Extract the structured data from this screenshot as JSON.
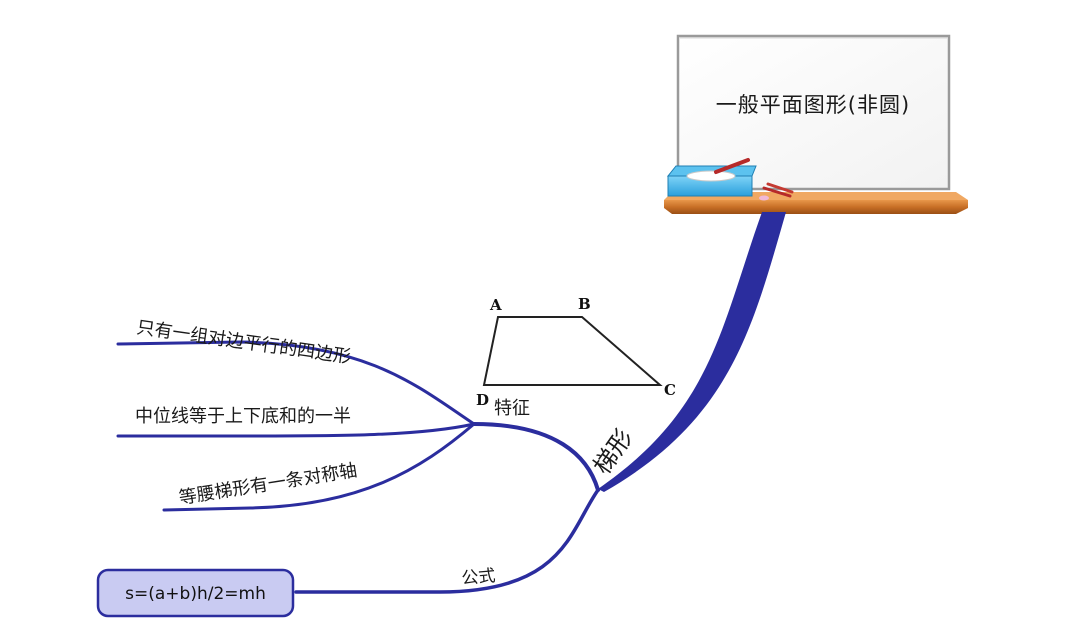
{
  "root": {
    "title": "一般平面图形(非圆)"
  },
  "branch": {
    "label": "梯形",
    "color": "#2b2d9e"
  },
  "features": {
    "label": "特征",
    "items": [
      "只有一组对边平行的四边形",
      "中位线等于上下底和的一半",
      "等腰梯形有一条对称轴"
    ]
  },
  "formula": {
    "label": "公式",
    "value": "s=(a+b)h/2=mh",
    "box_fill": "#c9cbf2",
    "box_border": "#2b2d9e"
  },
  "trapezoid": {
    "vertices": [
      "A",
      "B",
      "C",
      "D"
    ]
  }
}
